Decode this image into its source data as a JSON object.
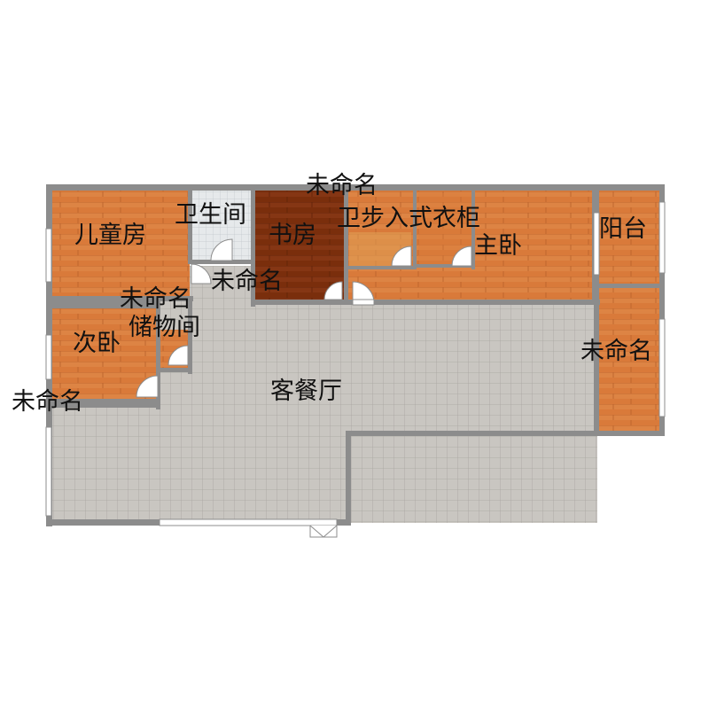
{
  "plan": {
    "colors": {
      "wall": "#8c8c8c",
      "wood": "#d97a3a",
      "wood_dark": "#7a2e0c",
      "tile_gray": "#c9c6c1",
      "bath_tile": "#e3e6e8",
      "label": "#111111"
    },
    "rooms": [
      {
        "id": "kids-room",
        "label": "儿童房"
      },
      {
        "id": "bathroom-1",
        "label": "卫生间"
      },
      {
        "id": "study",
        "label": "书房"
      },
      {
        "id": "unnamed-top",
        "label": "未命名"
      },
      {
        "id": "bathroom-2",
        "label": "卫"
      },
      {
        "id": "walk-in-closet",
        "label": "步入式衣柜"
      },
      {
        "id": "master-bedroom",
        "label": "主卧"
      },
      {
        "id": "balcony",
        "label": "阳台"
      },
      {
        "id": "unnamed-corridor",
        "label": "未命名"
      },
      {
        "id": "unnamed-left-mid",
        "label": "未命名"
      },
      {
        "id": "storage",
        "label": "储物间"
      },
      {
        "id": "second-bedroom",
        "label": "次卧"
      },
      {
        "id": "unnamed-right",
        "label": "未命名"
      },
      {
        "id": "unnamed-left",
        "label": "未命名"
      },
      {
        "id": "living-dining",
        "label": "客餐厅"
      }
    ]
  }
}
